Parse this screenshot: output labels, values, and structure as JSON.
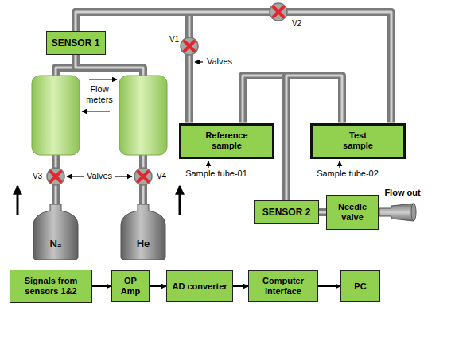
{
  "diagram": {
    "nodes": [
      {
        "text": [
          "SENSOR 1"
        ]
      },
      {
        "text": [
          "Reference sample"
        ]
      },
      {
        "text": [
          "Test sample"
        ]
      },
      {
        "text": [
          "N₂"
        ]
      },
      {
        "text": [
          "He"
        ]
      },
      {
        "text": [
          "SENSOR 2"
        ]
      },
      {
        "text": [
          "Needle valve"
        ]
      },
      {
        "text": [
          "Signals from sensors 1&2"
        ]
      },
      {
        "text": [
          "OP Amp"
        ]
      },
      {
        "text": [
          "AD converter"
        ]
      },
      {
        "text": [
          "Computer interface"
        ]
      },
      {
        "text": [
          "PC"
        ]
      }
    ],
    "edges": [
      {
        "from": 0,
        "to": 1,
        "arrow": "none"
      },
      {
        "from": 0,
        "to": 2,
        "arrow": "none"
      },
      {
        "from": 3,
        "to": 0,
        "arrow": "none"
      },
      {
        "from": 4,
        "to": 0,
        "arrow": "none"
      },
      {
        "from": 1,
        "to": 5,
        "arrow": "none"
      },
      {
        "from": 2,
        "to": 5,
        "arrow": "none"
      },
      {
        "from": 5,
        "to": 6,
        "arrow": "none"
      },
      {
        "from": 7,
        "to": 8,
        "arrow": "to"
      },
      {
        "from": 8,
        "to": 9,
        "arrow": "to"
      },
      {
        "from": 9,
        "to": 10,
        "arrow": "to"
      },
      {
        "from": 10,
        "to": 11,
        "arrow": "to"
      }
    ],
    "labels": [
      "V1",
      "V2",
      "Valves",
      "Flow meters",
      "Valves",
      "V3",
      "V4",
      "Sample tube-01",
      "Sample tube-02",
      "Flow out"
    ]
  }
}
